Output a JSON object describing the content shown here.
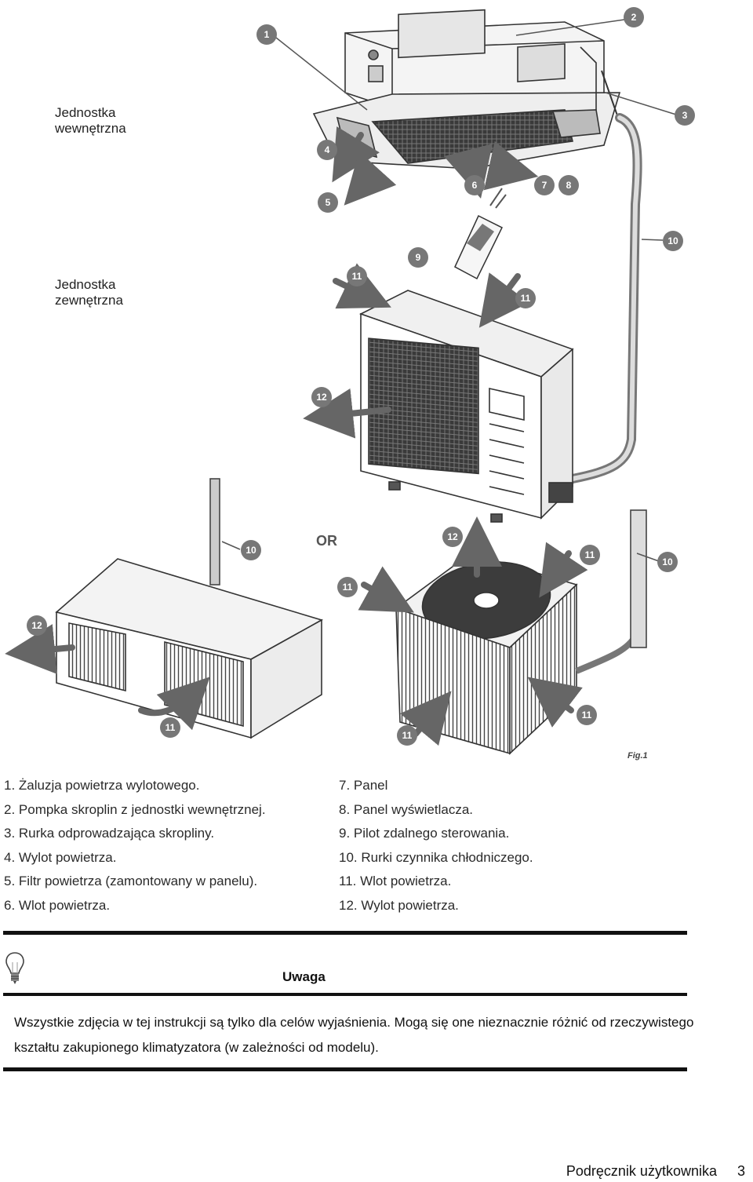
{
  "labels": {
    "indoor_unit": "Jednostka\nwewnętrzna",
    "outdoor_unit": "Jednostka\nzewnętrzna"
  },
  "figure": {
    "callouts": [
      "1",
      "2",
      "3",
      "4",
      "5",
      "6",
      "7",
      "8",
      "9",
      "10",
      "11",
      "12"
    ],
    "or_text": "OR",
    "caption": "Fig.1"
  },
  "legend_left": [
    "1. Żaluzja powietrza wylotowego.",
    "2. Pompka skroplin z jednostki wewnętrznej.",
    "3. Rurka odprowadzająca skropliny.",
    "4. Wylot powietrza.",
    "5. Filtr powietrza (zamontowany w panelu).",
    "6. Wlot powietrza."
  ],
  "legend_right": [
    "7. Panel",
    "8. Panel wyświetlacza.",
    "9. Pilot zdalnego sterowania.",
    "10. Rurki czynnika chłodniczego.",
    "11. Wlot powietrza.",
    "12. Wylot powietrza."
  ],
  "note": {
    "title": "Uwaga",
    "body": "Wszystkie zdjęcia w tej instrukcji są tylko dla celów wyjaśnienia. Mogą się one nieznacznie różnić od rzeczywistego kształtu zakupionego klimatyzatora (w zależności od modelu).",
    "icon": "lightbulb-icon"
  },
  "footer": {
    "manual_title": "Podręcznik użytkownika",
    "page_number": "3"
  }
}
